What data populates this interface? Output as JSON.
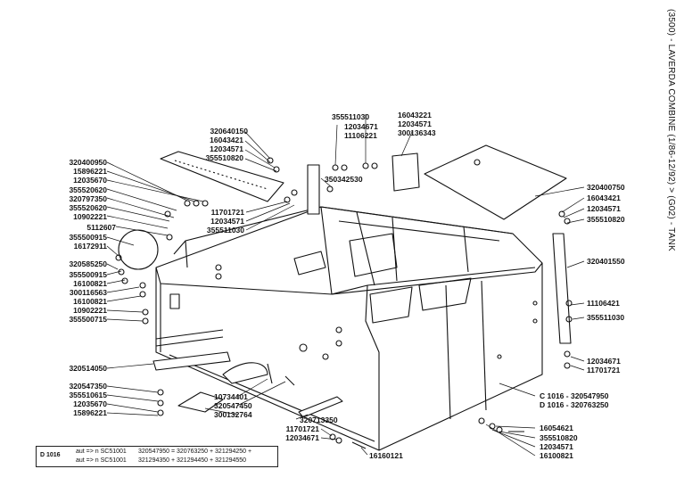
{
  "title": "(3500) - LAVERDA COMBINE (1/86-12/92) > (G02) - TANK",
  "labels": {
    "l320640150": "320640150",
    "l16043421a": "16043421",
    "l12034571a": "12034571",
    "l355510820a": "355510820",
    "l355511030a": "355511030",
    "l12034671a": "12034671",
    "l11106221": "11106221",
    "l16043221": "16043221",
    "l12034571b": "12034571",
    "l300136343": "300136343",
    "l350342530": "350342530",
    "l320400950": "320400950",
    "l15896221a": "15896221",
    "l12035670a": "12035670",
    "l355520620a": "355520620",
    "l320797350": "320797350",
    "l355520620b": "355520620",
    "l10902221a": "10902221",
    "l5112607": "5112607",
    "l355500915a": "355500915",
    "l16172911": "16172911",
    "l320585250": "320585250",
    "l355500915b": "355500915",
    "l16100821a": "16100821",
    "l300116563": "300116563",
    "l16100821b": "16100821",
    "l10902221b": "10902221",
    "l355500715": "355500715",
    "l11701721a": "11701721",
    "l12034571c": "12034571",
    "l355511030b": "355511030",
    "l320400750": "320400750",
    "l16043421b": "16043421",
    "l12034571d": "12034571",
    "l355510820b": "355510820",
    "l320401550": "320401550",
    "l11106421": "11106421",
    "l355511030c": "355511030",
    "l12034671b": "12034671",
    "l11701721b": "11701721",
    "l320514050": "320514050",
    "l320547350": "320547350",
    "l355510615": "355510615",
    "l12035670b": "12035670",
    "l15896221b": "15896221",
    "l10734401": "10734401",
    "l320547450": "320547450",
    "l300132764": "300132764",
    "l320713350": "320713350",
    "l11701721c": "11701721",
    "l12034671c": "12034671",
    "l16160121": "16160121",
    "lc1016": "C 1016 - 320547950",
    "ld1016": "D 1016 - 320763250",
    "l16054621": "16054621",
    "l355510820c": "355510820",
    "l12034571e": "12034571",
    "l16100821c": "16100821"
  },
  "note": {
    "model": "D 1016",
    "row1_from": "aut => n SC51001",
    "row2_from": "aut => n SC51001",
    "row1_parts": "320547950 = 320763250 + 321294250 +",
    "row2_parts": "321294350 + 321294450 + 321294550"
  }
}
